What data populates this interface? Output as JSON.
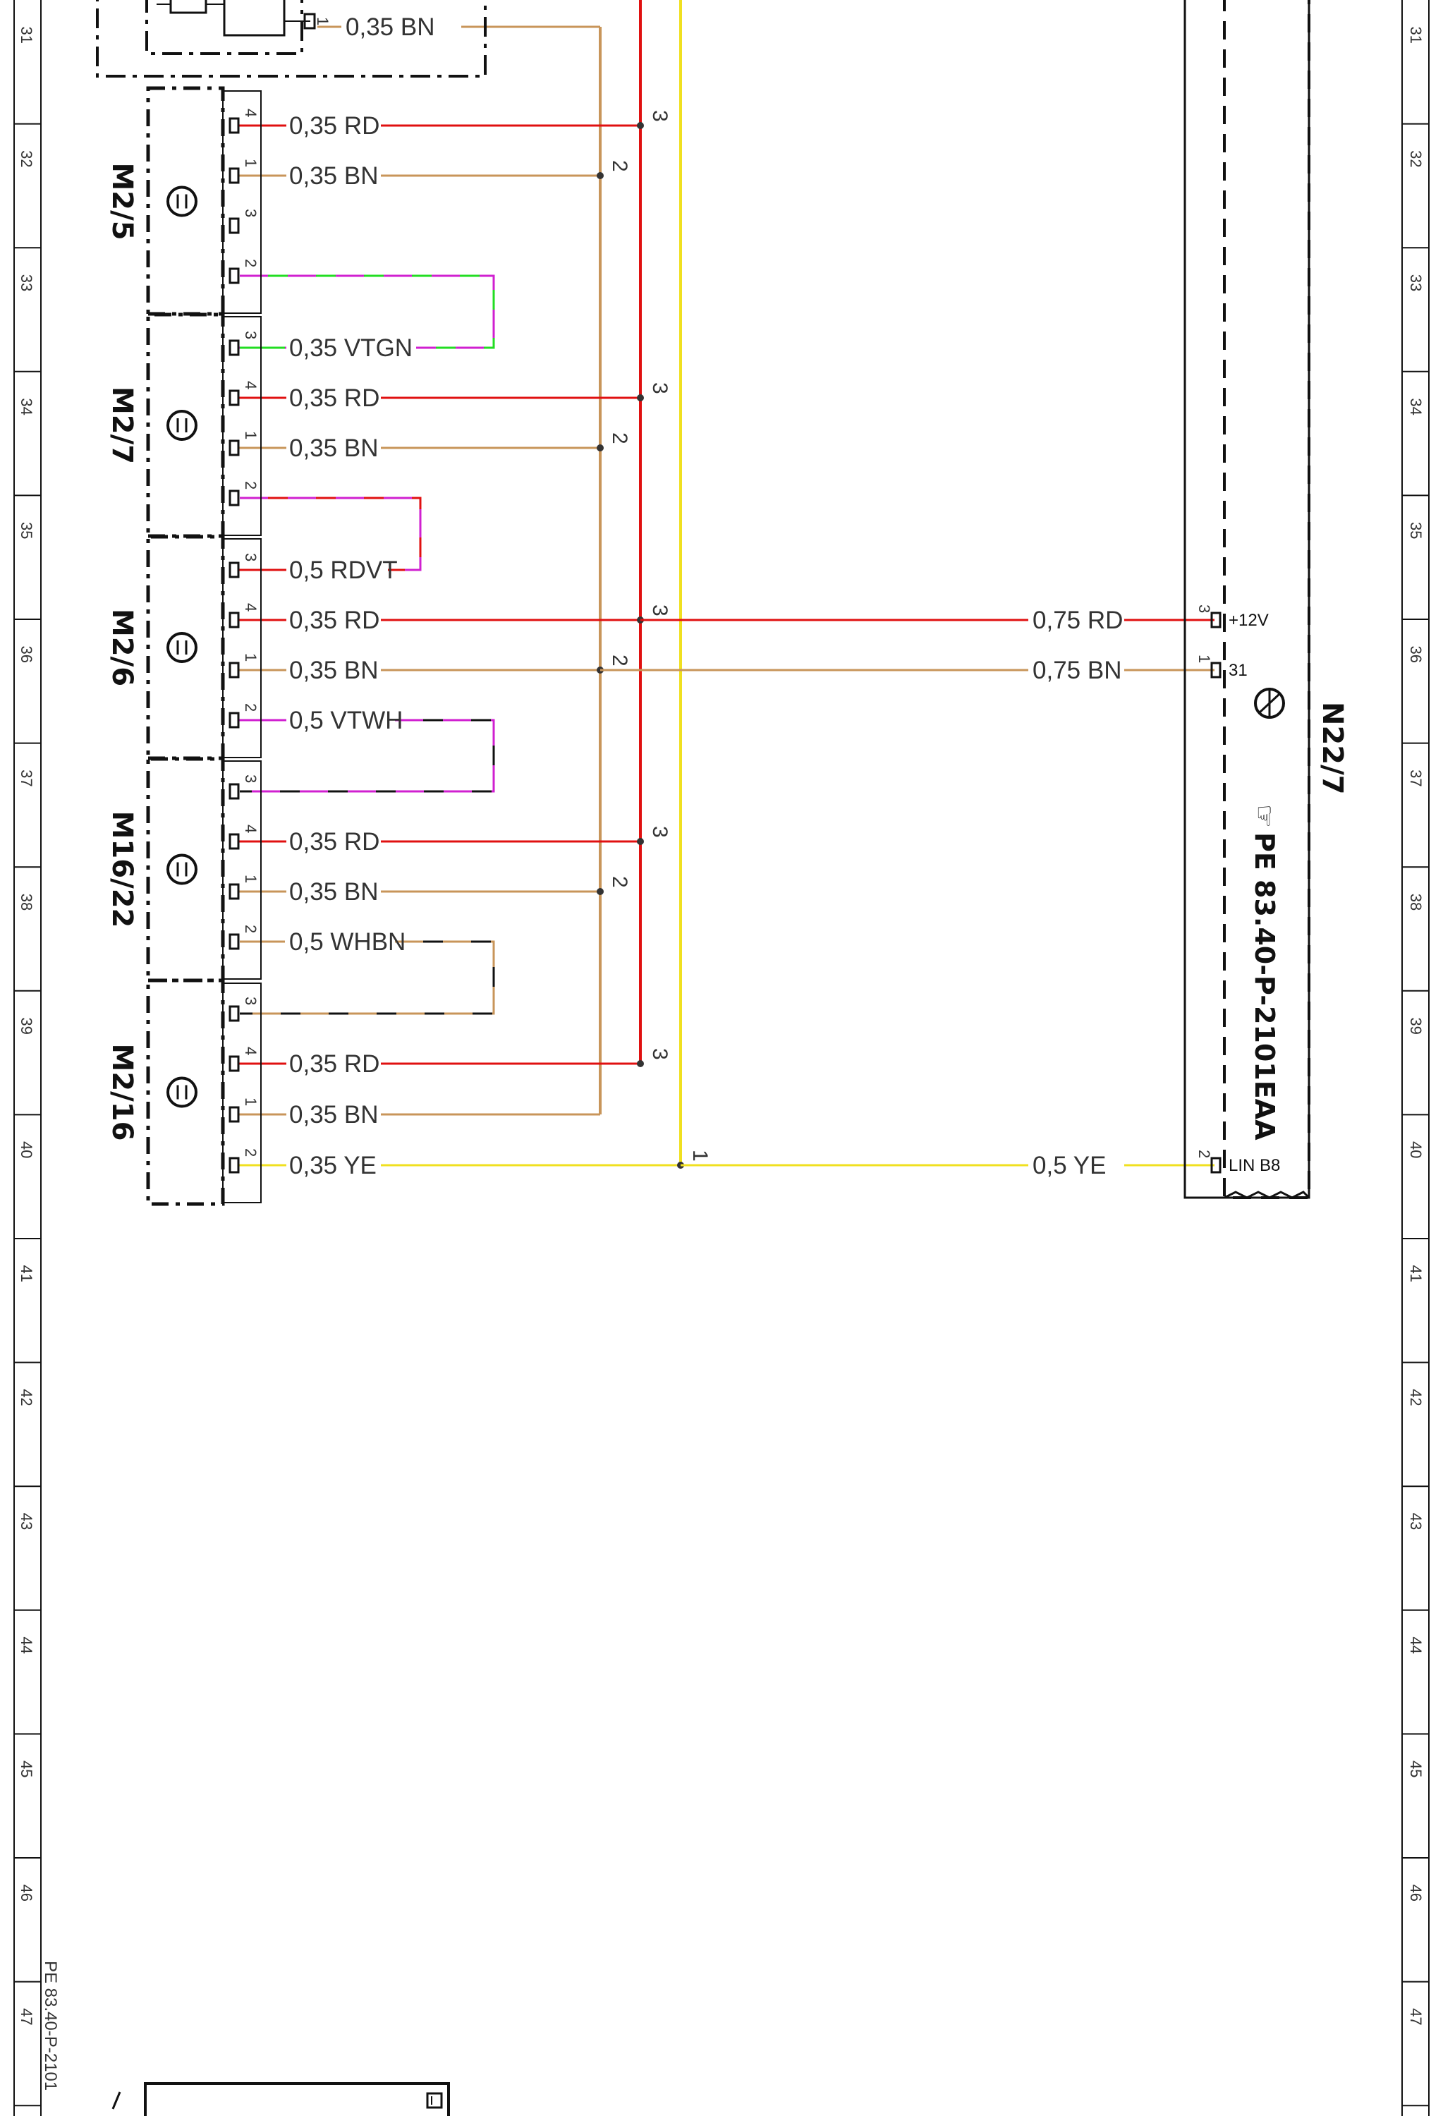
{
  "colors": {
    "RD": "#e01010",
    "BN": "#c8955a",
    "YE": "#f0e020",
    "GN": "#22dd22",
    "VT": "#d020d0",
    "WH": "#ffffff",
    "BK": "#111111",
    "frame": "#111111"
  },
  "grid": {
    "rows": [
      "31",
      "32",
      "33",
      "34",
      "35",
      "36",
      "37",
      "38",
      "39",
      "40",
      "41",
      "42",
      "43",
      "44",
      "45",
      "46",
      "47"
    ]
  },
  "top_component": {
    "pin": "1",
    "wire_label": "0,35 BN"
  },
  "components": [
    {
      "name": "M2/5",
      "pins": [
        {
          "pin": "4",
          "label": "0,35 RD"
        },
        {
          "pin": "1",
          "label": "0,35 BN"
        },
        {
          "pin": "3",
          "label": ""
        },
        {
          "pin": "2",
          "label": ""
        }
      ]
    },
    {
      "name": "M2/7",
      "pins": [
        {
          "pin": "3",
          "label": "0,35 VTGN"
        },
        {
          "pin": "4",
          "label": "0,35 RD"
        },
        {
          "pin": "1",
          "label": "0,35 BN"
        },
        {
          "pin": "2",
          "label": ""
        }
      ]
    },
    {
      "name": "M2/6",
      "pins": [
        {
          "pin": "3",
          "label": "0,5 RDVT"
        },
        {
          "pin": "4",
          "label": "0,35 RD"
        },
        {
          "pin": "1",
          "label": "0,35 BN"
        },
        {
          "pin": "2",
          "label": "0,5 VTWH"
        }
      ]
    },
    {
      "name": "M16/22",
      "pins": [
        {
          "pin": "3",
          "label": ""
        },
        {
          "pin": "4",
          "label": "0,35 RD"
        },
        {
          "pin": "1",
          "label": "0,35 BN"
        },
        {
          "pin": "2",
          "label": "0,5 WHBN"
        }
      ]
    },
    {
      "name": "M2/16",
      "pins": [
        {
          "pin": "3",
          "label": ""
        },
        {
          "pin": "4",
          "label": "0,35 RD"
        },
        {
          "pin": "1",
          "label": "0,35 BN"
        },
        {
          "pin": "2",
          "label": "0,35 YE"
        }
      ]
    }
  ],
  "branches": {
    "rd": "3",
    "bn": "2",
    "ye": "1"
  },
  "ecu": {
    "name": "N22/7",
    "reference": "PE 83.40-P-2101EAA",
    "pins": [
      {
        "pin": "3",
        "name": "+12V",
        "wire_label": "0,75 RD"
      },
      {
        "pin": "1",
        "name": "31",
        "wire_label": "0,75 BN"
      },
      {
        "pin": "2",
        "name": "LIN B8",
        "wire_label": "0,5 YE"
      }
    ]
  },
  "footer": {
    "reference": "PE 83.40-P-2101"
  }
}
